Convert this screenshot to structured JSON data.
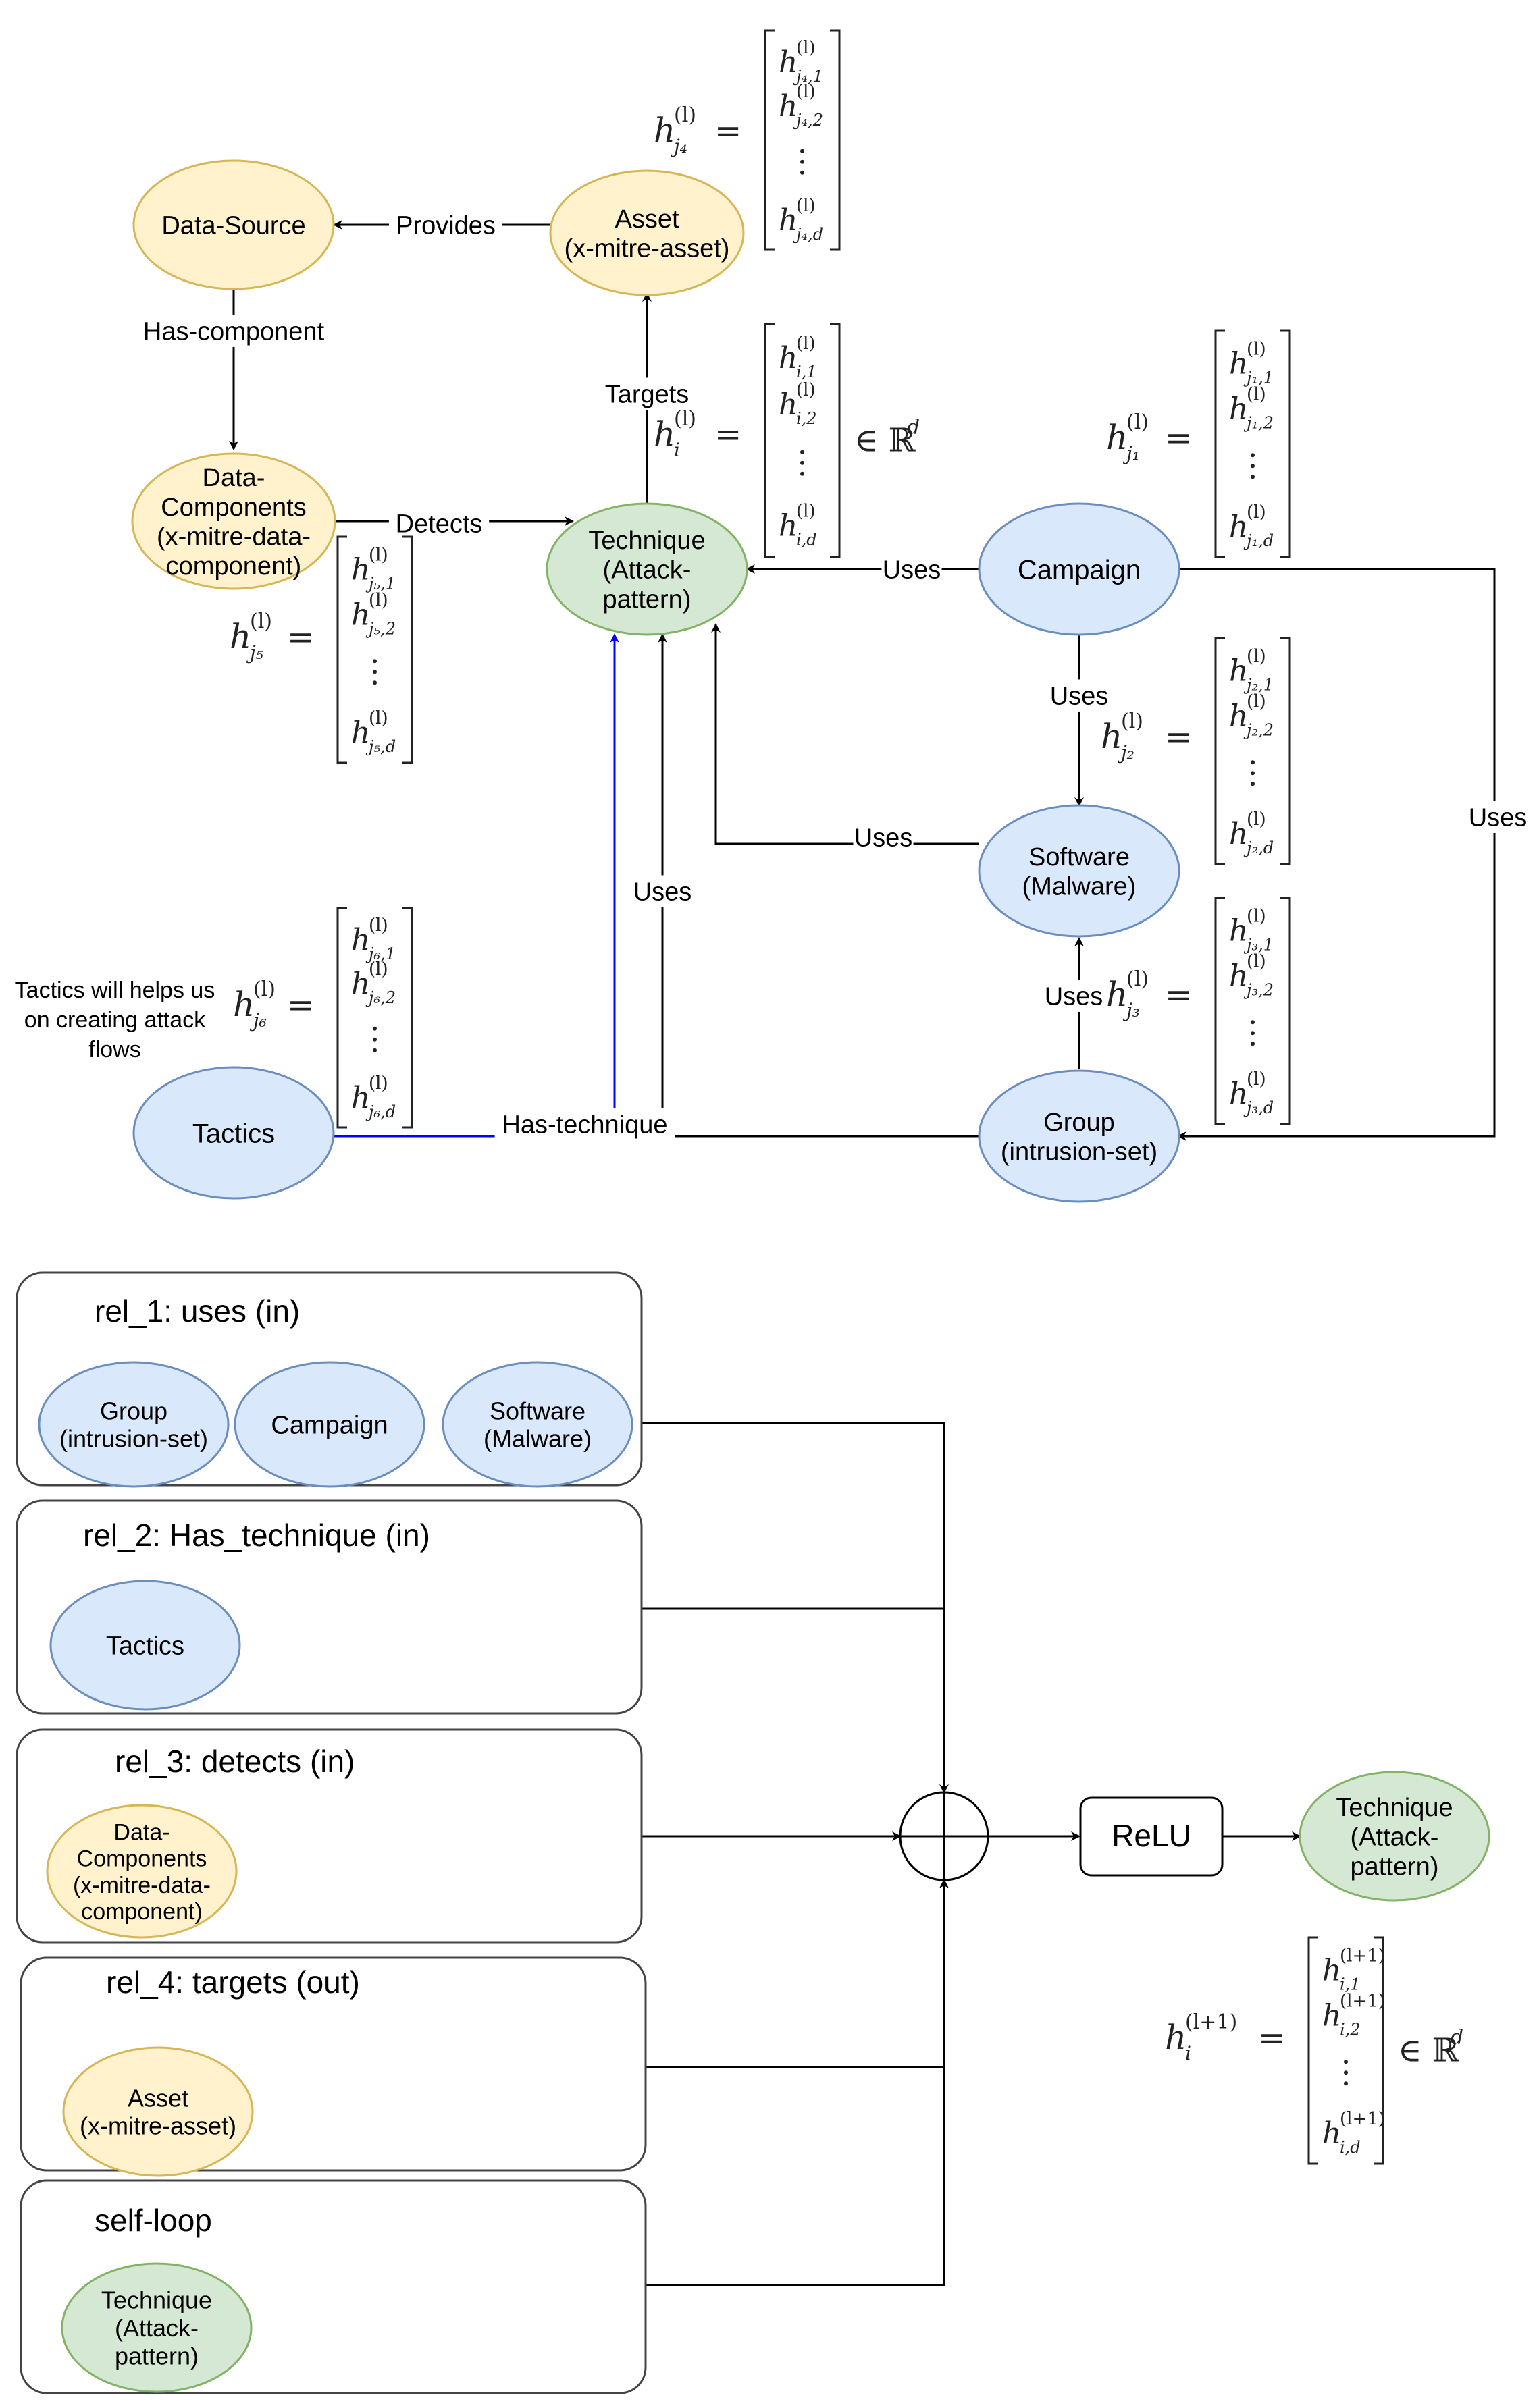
{
  "colors": {
    "yellow_fill": "#fff2cc",
    "yellow_stroke": "#d6b656",
    "blue_fill": "#dae8fc",
    "blue_stroke": "#6c8ebf",
    "green_fill": "#d5e8d4",
    "green_stroke": "#82b366",
    "edge": "#000000",
    "highlight_edge": "#0000ff"
  },
  "top_graph": {
    "nodes": {
      "data_source": [
        "Data-Source"
      ],
      "asset": [
        "Asset",
        "(x-mitre-asset)"
      ],
      "data_components": [
        "Data-",
        "Components",
        "(x-mitre-data-",
        "component)"
      ],
      "technique": [
        "Technique",
        "(Attack-",
        "pattern)"
      ],
      "campaign": [
        "Campaign"
      ],
      "software": [
        "Software",
        "(Malware)"
      ],
      "group": [
        "Group",
        "(intrusion-set)"
      ],
      "tactics": [
        "Tactics"
      ]
    },
    "edges": {
      "provides": "Provides",
      "has_component": "Has-component",
      "targets": "Targets",
      "detects": "Detects",
      "uses_campaign_technique": "Uses",
      "uses_campaign_software": "Uses",
      "uses_software_technique": "Uses",
      "uses_group_technique": "Uses",
      "uses_group_software": "Uses",
      "uses_campaign_group": "Uses",
      "has_technique": "Has-technique"
    },
    "note": [
      "Tactics will helps us",
      "on creating attack",
      "flows"
    ],
    "vectors": {
      "j4": {
        "lhs": "h",
        "sup": "(l)",
        "sub": "j₄",
        "entries": [
          "j₄,1",
          "j₄,2",
          "j₄,d"
        ]
      },
      "i": {
        "lhs": "h",
        "sup": "(l)",
        "sub": "i",
        "entries": [
          "i,1",
          "i,2",
          "i,d"
        ],
        "set": "∈ ℝ",
        "set_sup": "d"
      },
      "j1": {
        "lhs": "h",
        "sup": "(l)",
        "sub": "j₁",
        "entries": [
          "j₁,1",
          "j₁,2",
          "j₁,d"
        ]
      },
      "j5": {
        "lhs": "h",
        "sup": "(l)",
        "sub": "j₅",
        "entries": [
          "j₅,1",
          "j₅,2",
          "j₅,d"
        ]
      },
      "j2": {
        "lhs": "h",
        "sup": "(l)",
        "sub": "j₂",
        "entries": [
          "j₂,1",
          "j₂,2",
          "j₂,d"
        ]
      },
      "j3": {
        "lhs": "h",
        "sup": "(l)",
        "sub": "j₃",
        "entries": [
          "j₃,1",
          "j₃,2",
          "j₃,d"
        ]
      },
      "j6": {
        "lhs": "h",
        "sup": "(l)",
        "sub": "j₆",
        "entries": [
          "j₆,1",
          "j₆,2",
          "j₆,d"
        ]
      }
    }
  },
  "aggregation": {
    "groups": [
      {
        "title": "rel_1: uses (in)",
        "nodes": [
          [
            "Group",
            "(intrusion-set)"
          ],
          [
            "Campaign"
          ],
          [
            "Software",
            "(Malware)"
          ]
        ]
      },
      {
        "title": "rel_2: Has_technique (in)",
        "nodes": [
          [
            "Tactics"
          ]
        ]
      },
      {
        "title": "rel_3: detects (in)",
        "nodes": [
          [
            "Data-",
            "Components",
            "(x-mitre-data-",
            "component)"
          ]
        ]
      },
      {
        "title": "rel_4: targets (out)",
        "nodes": [
          [
            "Asset",
            "(x-mitre-asset)"
          ]
        ]
      },
      {
        "title": "self-loop",
        "nodes": [
          [
            "Technique",
            "(Attack-",
            "pattern)"
          ]
        ]
      }
    ],
    "relu": "ReLU",
    "output_node": [
      "Technique",
      "(Attack-",
      "pattern)"
    ],
    "output_vector": {
      "lhs": "h",
      "sup": "(l+1)",
      "sub": "i",
      "entries": [
        "i,1",
        "i,2",
        "i,d"
      ],
      "set": "∈ ℝ",
      "set_sup": "d"
    }
  }
}
